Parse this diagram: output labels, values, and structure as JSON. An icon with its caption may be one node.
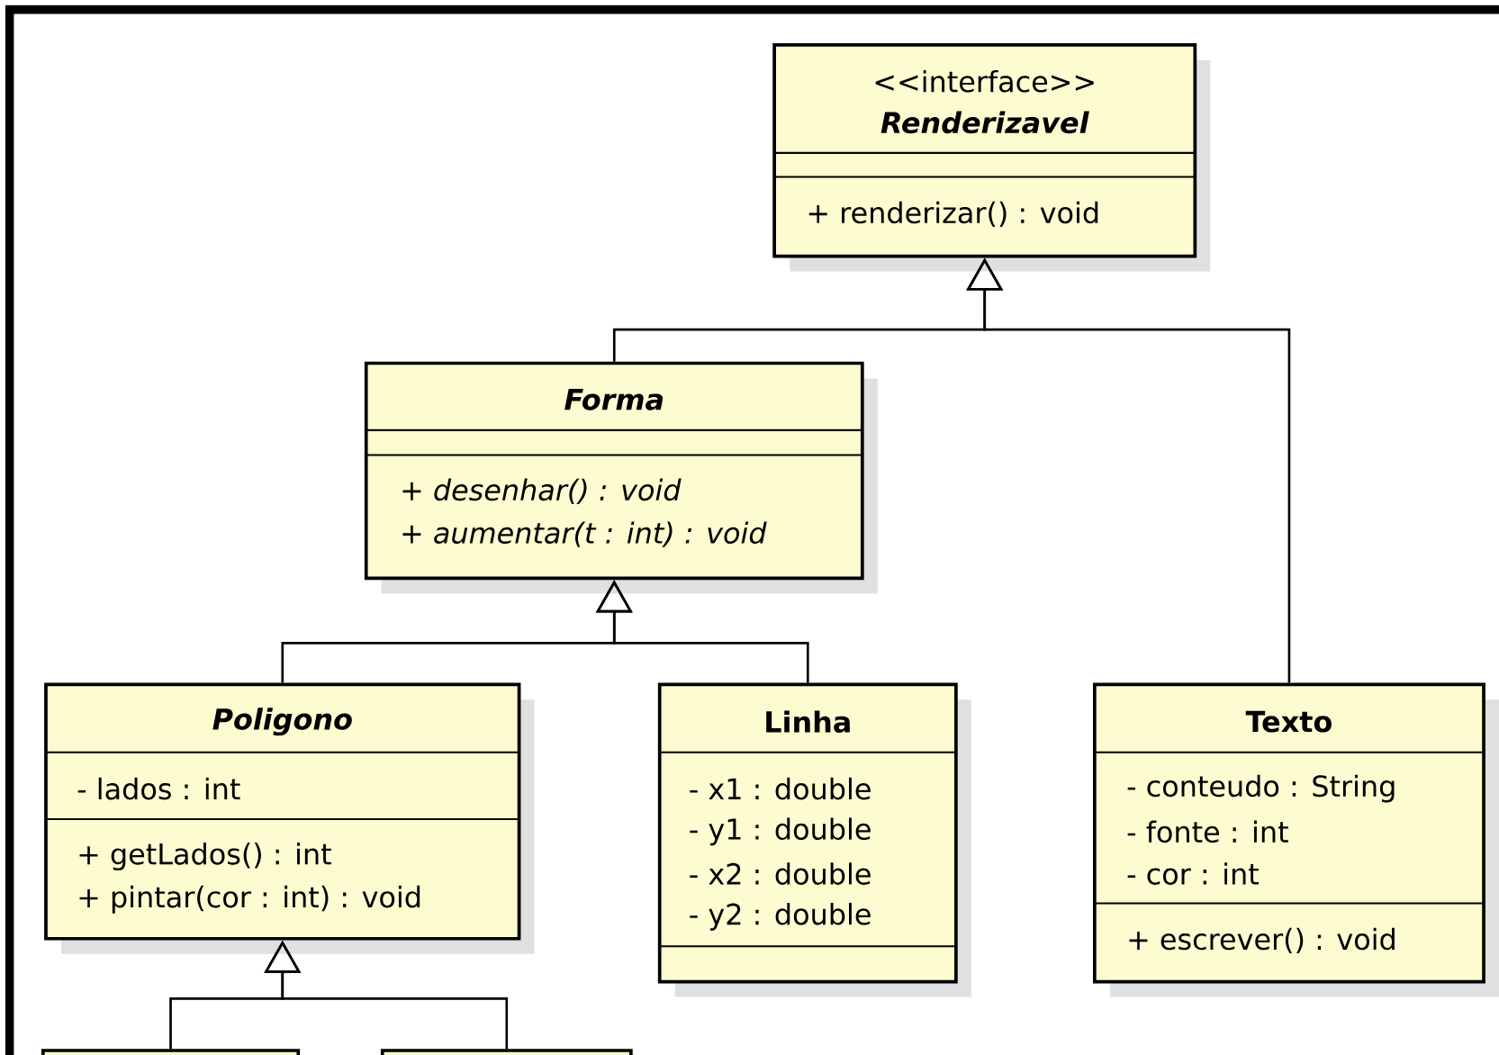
{
  "diagram": {
    "nodes": [
      {
        "text": [
          "<<interface>>",
          "Renderizavel",
          "+ renderizar() : void"
        ]
      },
      {
        "text": [
          "Forma",
          "+ desenhar() : void",
          "+ aumentar(t : int) : void"
        ]
      },
      {
        "text": [
          "Poligono",
          "- lados : int",
          "+ getLados() : int",
          "+ pintar(cor : int) : void"
        ]
      },
      {
        "text": [
          "Linha",
          "- x1 : double",
          "- y1 : double",
          "- x2 : double",
          "- y2 : double"
        ]
      },
      {
        "text": [
          "Texto",
          "- conteudo : String",
          "- fonte : int",
          "- cor : int",
          "+ escrever() : void"
        ]
      },
      {
        "text": [],
        "shape": "box"
      },
      {
        "text": [],
        "shape": "box"
      }
    ],
    "edges": [
      {
        "from": 1,
        "to": 0,
        "arrow": "to"
      },
      {
        "from": 4,
        "to": 0,
        "arrow": "to"
      },
      {
        "from": 2,
        "to": 1,
        "arrow": "to"
      },
      {
        "from": 3,
        "to": 1,
        "arrow": "to"
      },
      {
        "from": 5,
        "to": 2,
        "arrow": "to"
      },
      {
        "from": 6,
        "to": 2,
        "arrow": "to"
      }
    ]
  }
}
